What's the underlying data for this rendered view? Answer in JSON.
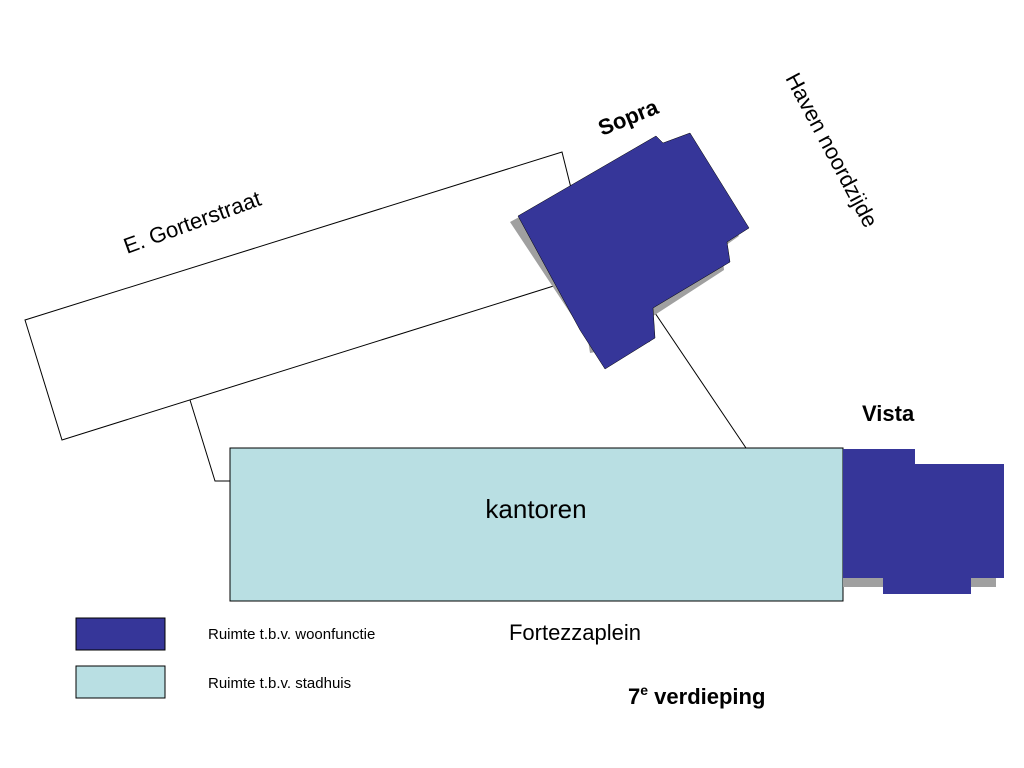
{
  "labels": {
    "street": "E. Gorterstraat",
    "harbor": "Haven noordzijde",
    "building_north": "Sopra",
    "building_east": "Vista",
    "offices": "kantoren",
    "square": "Fortezzaplein",
    "floor_number": "7",
    "floor_superscript": "e",
    "floor_word": " verdieping"
  },
  "legend": [
    {
      "label": "Ruimte t.b.v. woonfunctie",
      "color": "#363699"
    },
    {
      "label": "Ruimte t.b.v. stadhuis",
      "color": "#b9dfe3"
    }
  ],
  "colors": {
    "residential": "#363699",
    "city_hall": "#b9dfe3",
    "shadow": "#a0a0a0",
    "outline": "#000000"
  }
}
